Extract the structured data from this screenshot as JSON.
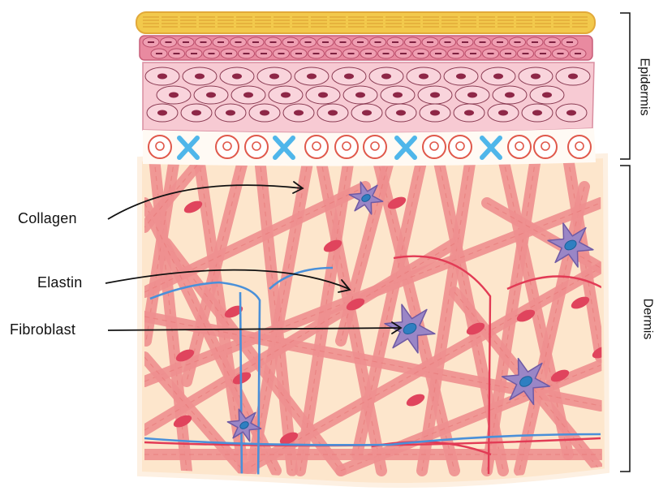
{
  "labels": {
    "collagen": "Collagen",
    "elastin": "Elastin",
    "fibroblast": "Fibroblast"
  },
  "layers": {
    "epidermis": "Epidermis",
    "dermis": "Dermis"
  },
  "colors": {
    "stratum_corneum": "#f2c94c",
    "granular": "#e9849b",
    "spinous": "#f6c6cf",
    "basal_ring": "#e0584b",
    "langerhans": "#4fc3f7",
    "dermis_bg": "#fbe3c7",
    "collagen": "#ef8f8f",
    "elastin": "#e23b55",
    "capillary": "#4a90d9",
    "fibroblast": "#9a86c6",
    "nucleus": "#2f7fc1",
    "arrow": "#111111"
  },
  "icons": [
    "collagen-fiber-icon",
    "fibroblast-cell-icon",
    "langerhans-cell-icon"
  ]
}
